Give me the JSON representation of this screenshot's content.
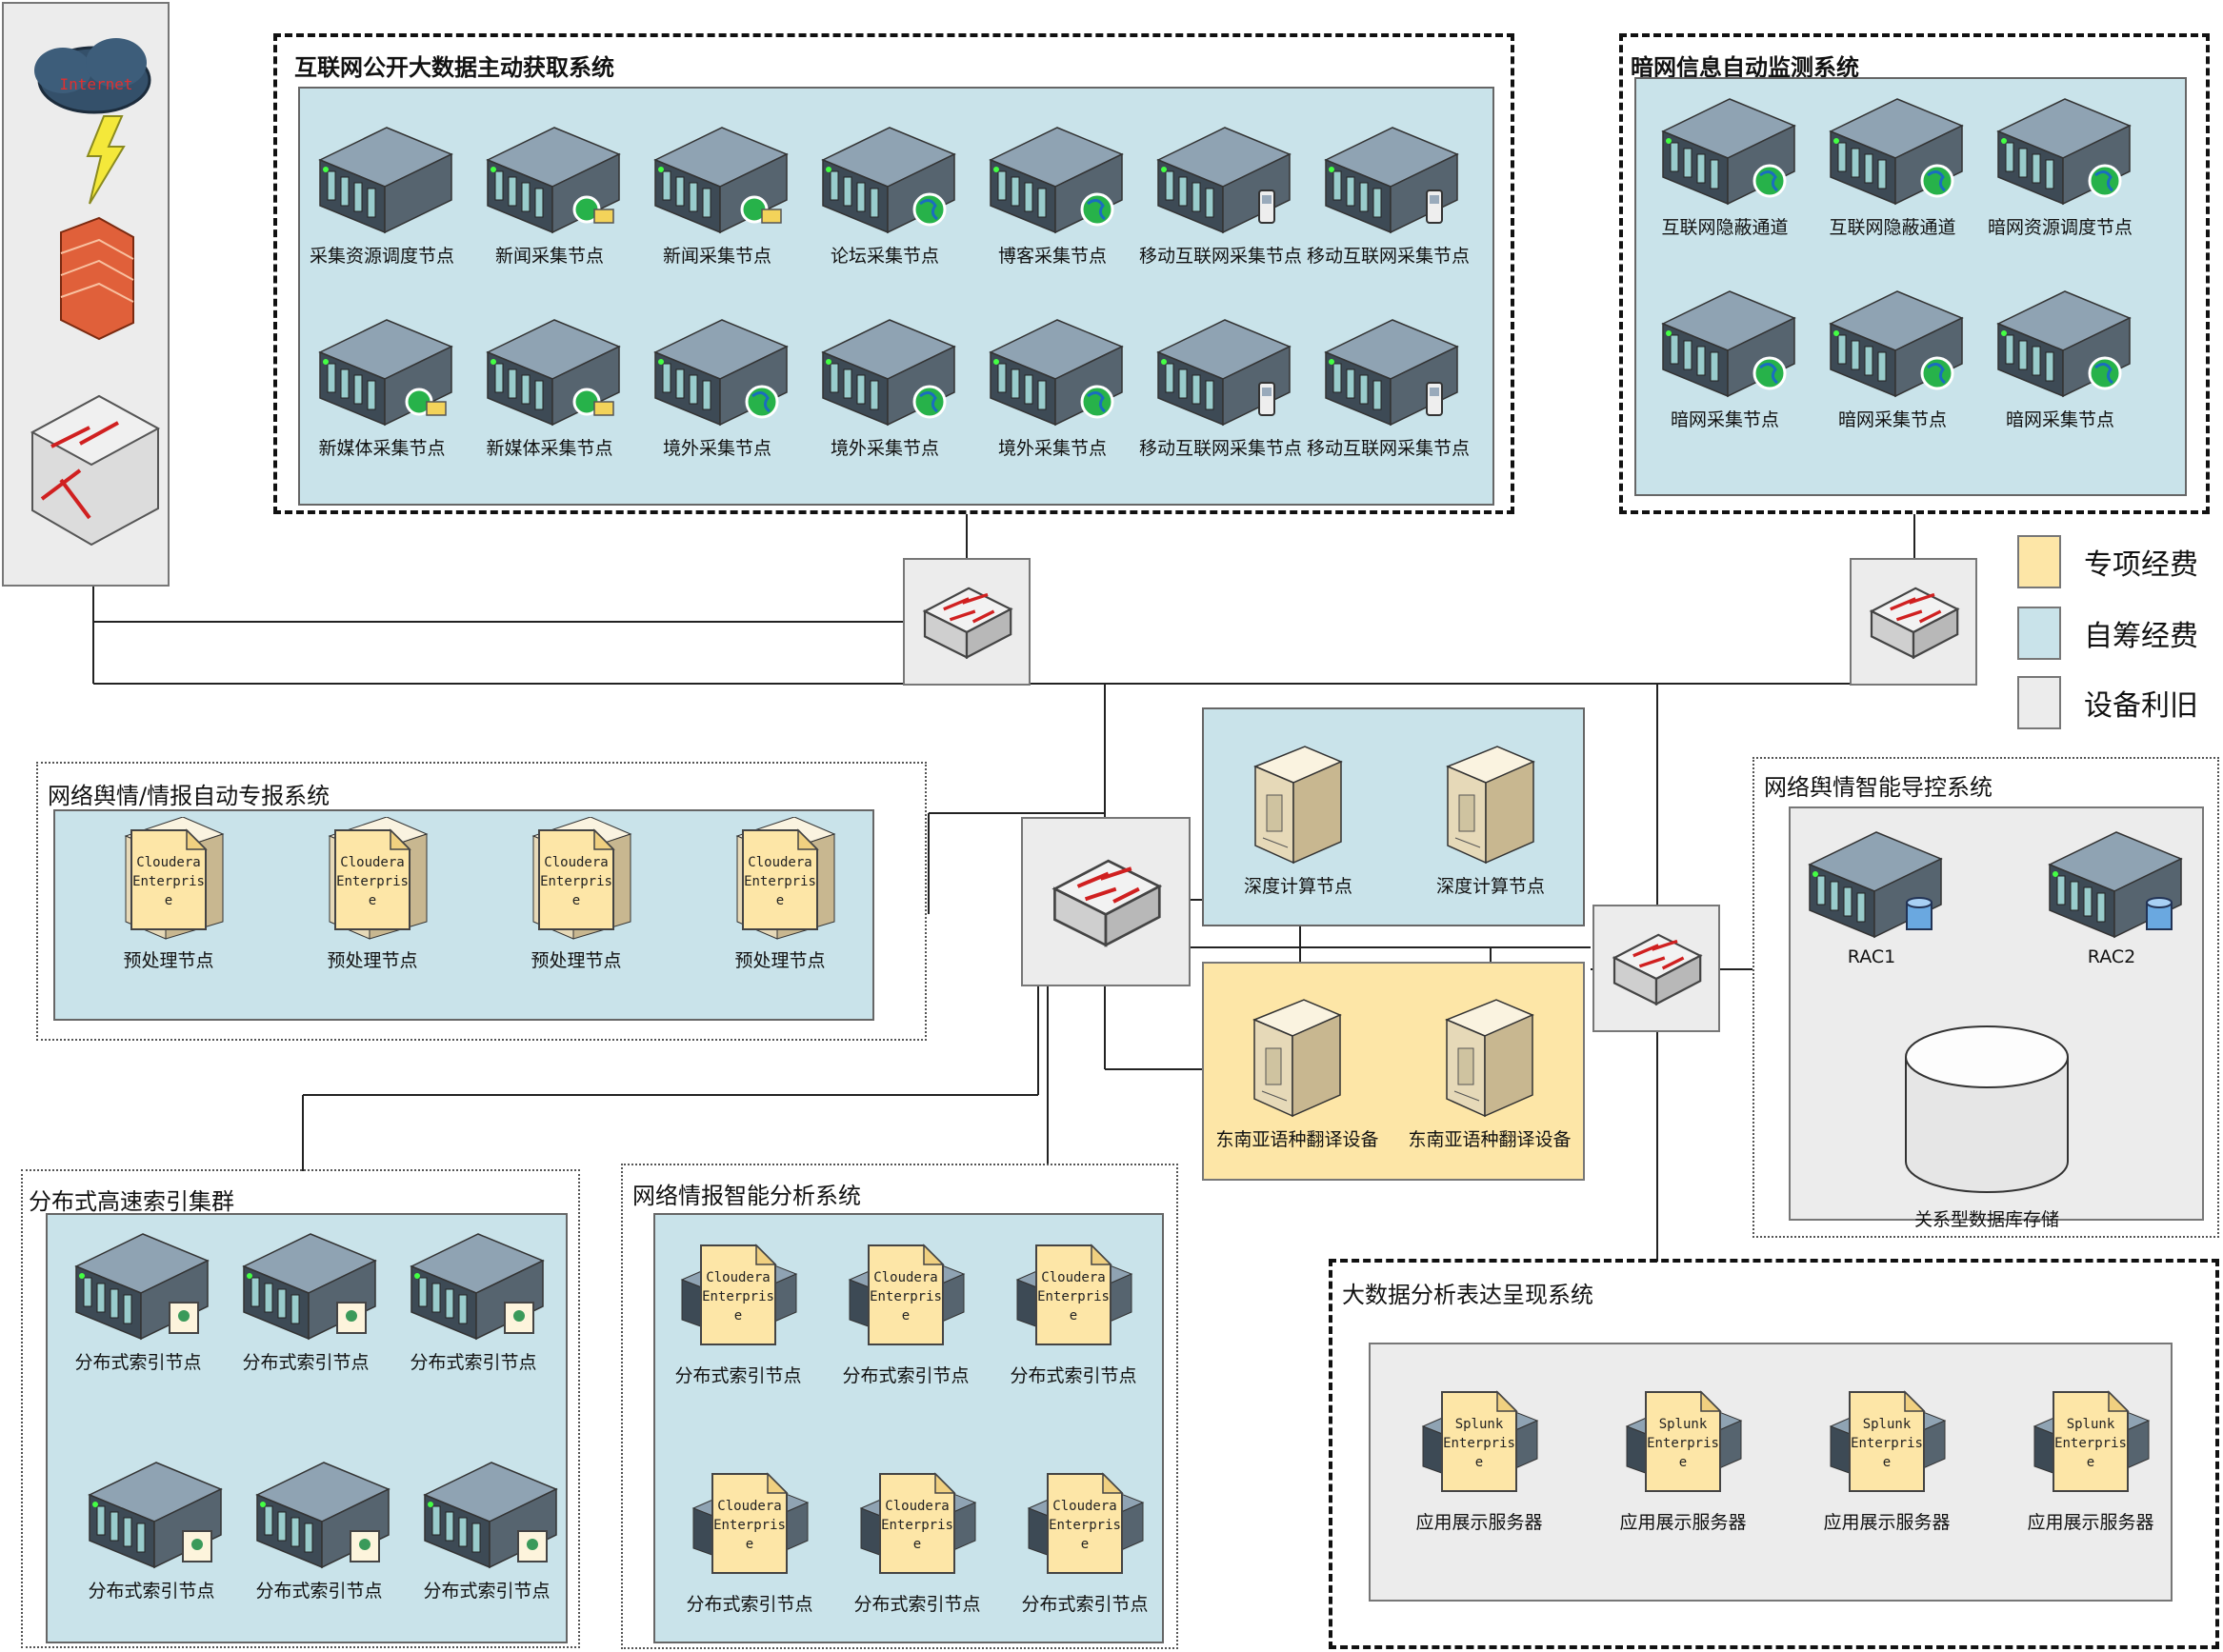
{
  "colors": {
    "special_funding": "#fde6a7",
    "self_funding": "#c9e3ea",
    "reused_equipment": "#ececec"
  },
  "internet": {
    "cloud_label": "Internet"
  },
  "systems": {
    "collection": {
      "title": "互联网公开大数据主动获取系统",
      "row1": [
        "采集资源调度节点",
        "新闻采集节点",
        "新闻采集节点",
        "论坛采集节点",
        "博客采集节点",
        "移动互联网采集节点",
        "移动互联网采集节点"
      ],
      "row2": [
        "新媒体采集节点",
        "新媒体采集节点",
        "境外采集节点",
        "境外采集节点",
        "境外采集节点",
        "移动互联网采集节点",
        "移动互联网采集节点"
      ]
    },
    "darkweb": {
      "title": "暗网信息自动监测系统",
      "row1": [
        "互联网隐蔽通道",
        "互联网隐蔽通道",
        "暗网资源调度节点"
      ],
      "row2": [
        "暗网采集节点",
        "暗网采集节点",
        "暗网采集节点"
      ]
    },
    "report": {
      "title": "网络舆情/情报自动专报系统",
      "nodes": [
        "预处理节点",
        "预处理节点",
        "预处理节点",
        "预处理节点"
      ],
      "doc_text": [
        "Cloudera",
        "Enterpris",
        "e"
      ]
    },
    "deep": {
      "nodes": [
        "深度计算节点",
        "深度计算节点"
      ]
    },
    "translate": {
      "nodes": [
        "东南亚语种翻译设备",
        "东南亚语种翻译设备"
      ]
    },
    "guide": {
      "title": "网络舆情智能导控系统",
      "nodes": [
        "RAC1",
        "RAC2"
      ],
      "storage": "关系型数据库存储"
    },
    "index": {
      "title": "分布式高速索引集群",
      "row1": [
        "分布式索引节点",
        "分布式索引节点",
        "分布式索引节点"
      ],
      "row2": [
        "分布式索引节点",
        "分布式索引节点",
        "分布式索引节点"
      ]
    },
    "intel": {
      "title": "网络情报智能分析系统",
      "row1": [
        "分布式索引节点",
        "分布式索引节点",
        "分布式索引节点"
      ],
      "row2": [
        "分布式索引节点",
        "分布式索引节点",
        "分布式索引节点"
      ]
    },
    "display": {
      "title": "大数据分析表达呈现系统",
      "nodes": [
        "应用展示服务器",
        "应用展示服务器",
        "应用展示服务器",
        "应用展示服务器"
      ],
      "doc_text": [
        "Splunk",
        "Enterpris",
        "e"
      ]
    }
  },
  "legend": [
    {
      "label": "专项经费",
      "color": "#fde6a7"
    },
    {
      "label": "自筹经费",
      "color": "#c9e3ea"
    },
    {
      "label": "设备利旧",
      "color": "#ececec"
    }
  ]
}
